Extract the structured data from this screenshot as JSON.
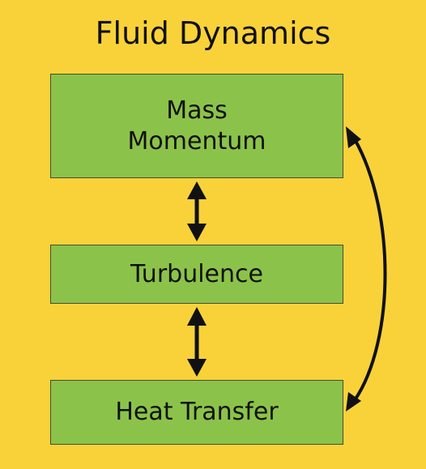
{
  "title": "Fluid Dynamics",
  "boxes": {
    "mass_momentum": {
      "line1": "Mass",
      "line2": "Momentum"
    },
    "turbulence": {
      "label": "Turbulence"
    },
    "heat_transfer": {
      "label": "Heat Transfer"
    }
  },
  "colors": {
    "background": "#f9d23a",
    "box_fill": "#8bc34a",
    "box_border": "#4a4a3a",
    "arrow": "#111111"
  }
}
